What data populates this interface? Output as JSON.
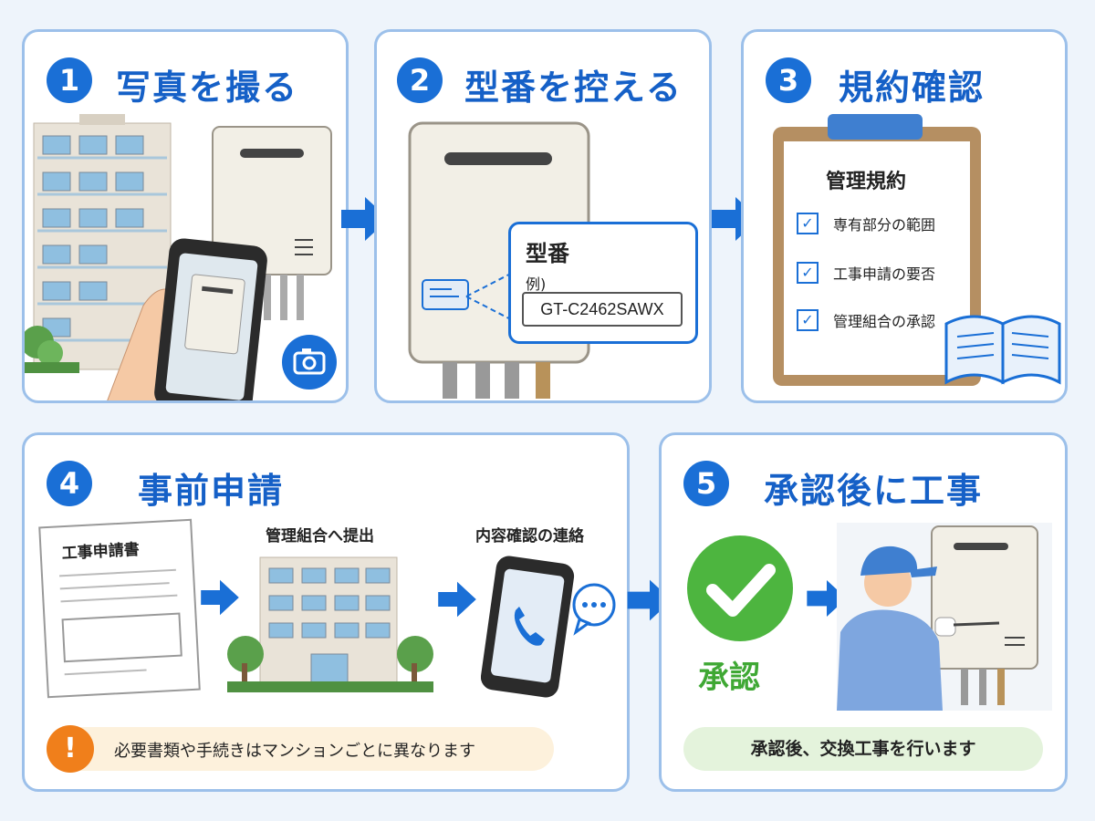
{
  "steps": [
    {
      "num": "1",
      "title": "写真を撮る"
    },
    {
      "num": "2",
      "title": "型番を控える"
    },
    {
      "num": "3",
      "title": "規約確認"
    },
    {
      "num": "4",
      "title": "事前申請"
    },
    {
      "num": "5",
      "title": "承認後に工事"
    }
  ],
  "step2": {
    "callout_title": "型番",
    "example_label": "例)",
    "model_number": "GT-C2462SAWX"
  },
  "step3": {
    "clipboard_title": "管理規約",
    "checklist": [
      "専有部分の範囲",
      "工事申請の要否",
      "管理組合の承認"
    ]
  },
  "step4": {
    "document_title": "工事申請書",
    "submit_label": "管理組合へ提出",
    "contact_label": "内容確認の連絡",
    "notice": "必要書類や手続きはマンションごとに異なります",
    "notice_icon": "!"
  },
  "step5": {
    "approved_label": "承認",
    "footer": "承認後、交換工事を行います"
  },
  "colors": {
    "accent": "#1a6fd6",
    "border": "#9cc0ea",
    "green": "#4db53f",
    "orange": "#f07f1b"
  }
}
